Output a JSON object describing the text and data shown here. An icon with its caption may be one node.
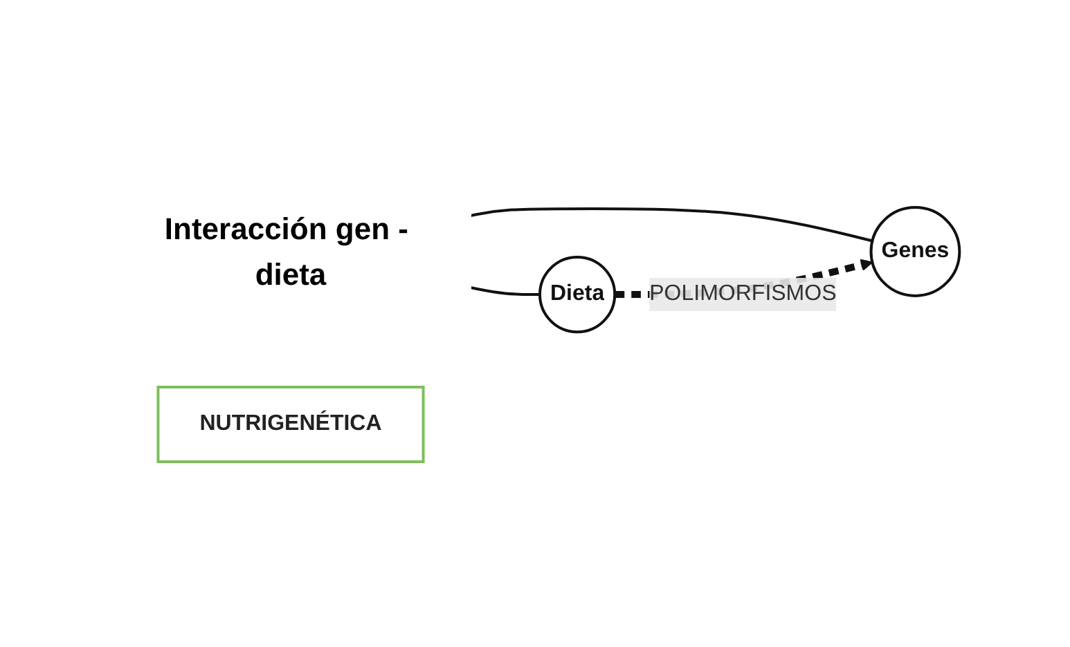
{
  "diagram": {
    "nodes": [
      {
        "text": [
          "Interacción gen - dieta"
        ]
      },
      {
        "text": [
          "NUTRIGENÉTICA"
        ]
      },
      {
        "text": [
          "Genes"
        ]
      },
      {
        "text": [
          "Dieta"
        ]
      }
    ],
    "edges": [
      {
        "from": 0,
        "to": 2,
        "arrow": "none"
      },
      {
        "from": 0,
        "to": 3,
        "arrow": "none"
      },
      {
        "from": 3,
        "to": 2,
        "arrow": "to",
        "label": "POLIMORFISMOS",
        "style": "dashed"
      }
    ]
  }
}
